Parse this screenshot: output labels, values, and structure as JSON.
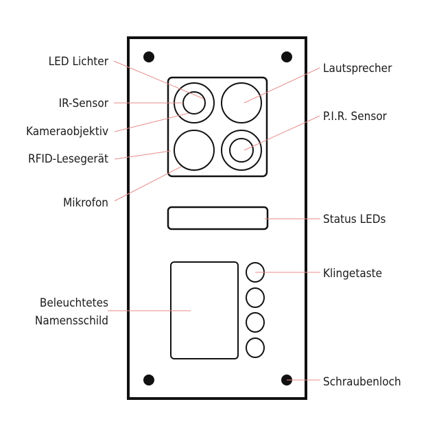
{
  "title": "Türsprechanlage Bauteile",
  "colors": {
    "outline": "#111111",
    "leader": "#e88a8a",
    "text": "#1a1a1a",
    "background": "#ffffff"
  },
  "labels": {
    "led_lichter": "LED Lichter",
    "ir_sensor": "IR-Sensor",
    "kameraobjektiv": "Kameraobjektiv",
    "rfid": "RFID-Lesegerät",
    "mikrofon": "Mikrofon",
    "lautsprecher": "Lautsprecher",
    "pir_sensor": "P.I.R. Sensor",
    "status_leds": "Status LEDs",
    "klingetaste": "Klingetaste",
    "namensschild_line1": "Beleuchtetes",
    "namensschild_line2": "Namensschild",
    "schraubenloch": "Schraubenloch"
  },
  "bell_button_count": 4,
  "screw_hole_count": 4
}
